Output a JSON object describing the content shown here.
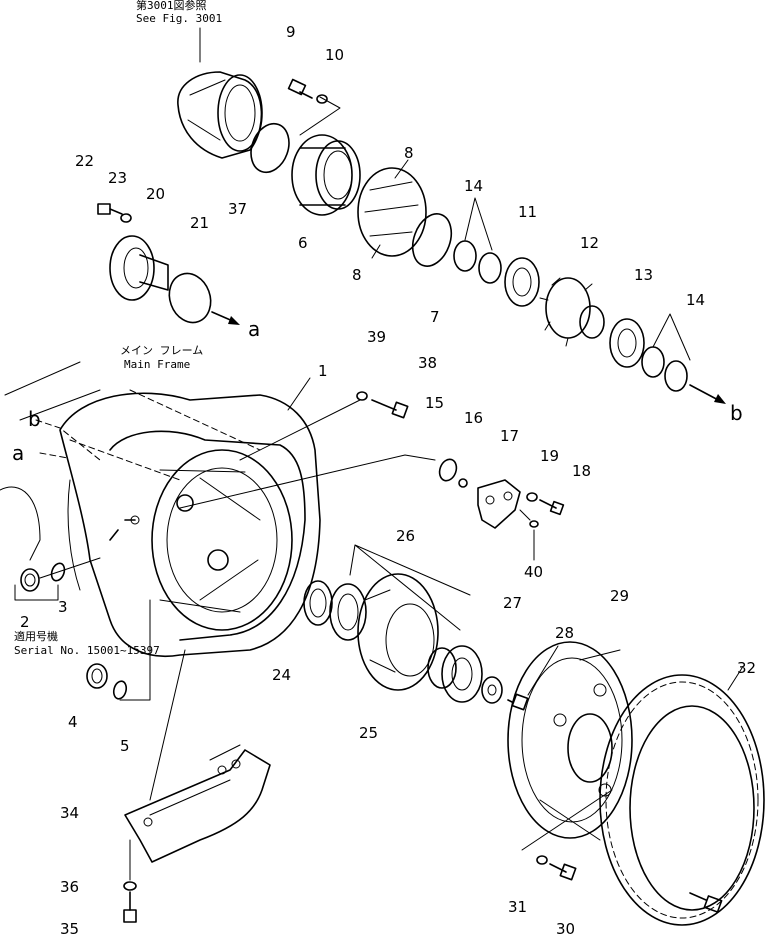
{
  "notes": {
    "see_fig_jp": "第3001図参照",
    "see_fig": "See Fig. 3001",
    "main_frame_jp": "メイン フレーム",
    "main_frame": "Main Frame",
    "serial_jp": "適用号機",
    "serial": "Serial No. 15001~15397"
  },
  "refs": {
    "a": "a",
    "b": "b"
  },
  "parts": {
    "p1": "1",
    "p2": "2",
    "p3": "3",
    "p4": "4",
    "p5": "5",
    "p6": "6",
    "p7": "7",
    "p8": "8",
    "p9": "9",
    "p10": "10",
    "p11": "11",
    "p12": "12",
    "p13": "13",
    "p14": "14",
    "p15": "15",
    "p16": "16",
    "p17": "17",
    "p18": "18",
    "p19": "19",
    "p20": "20",
    "p21": "21",
    "p22": "22",
    "p23": "23",
    "p24": "24",
    "p25": "25",
    "p26": "26",
    "p27": "27",
    "p28": "28",
    "p29": "29",
    "p30": "30",
    "p31": "31",
    "p32": "32",
    "p34": "34",
    "p35": "35",
    "p36": "36",
    "p37": "37",
    "p38": "38",
    "p39": "39",
    "p40": "40"
  }
}
